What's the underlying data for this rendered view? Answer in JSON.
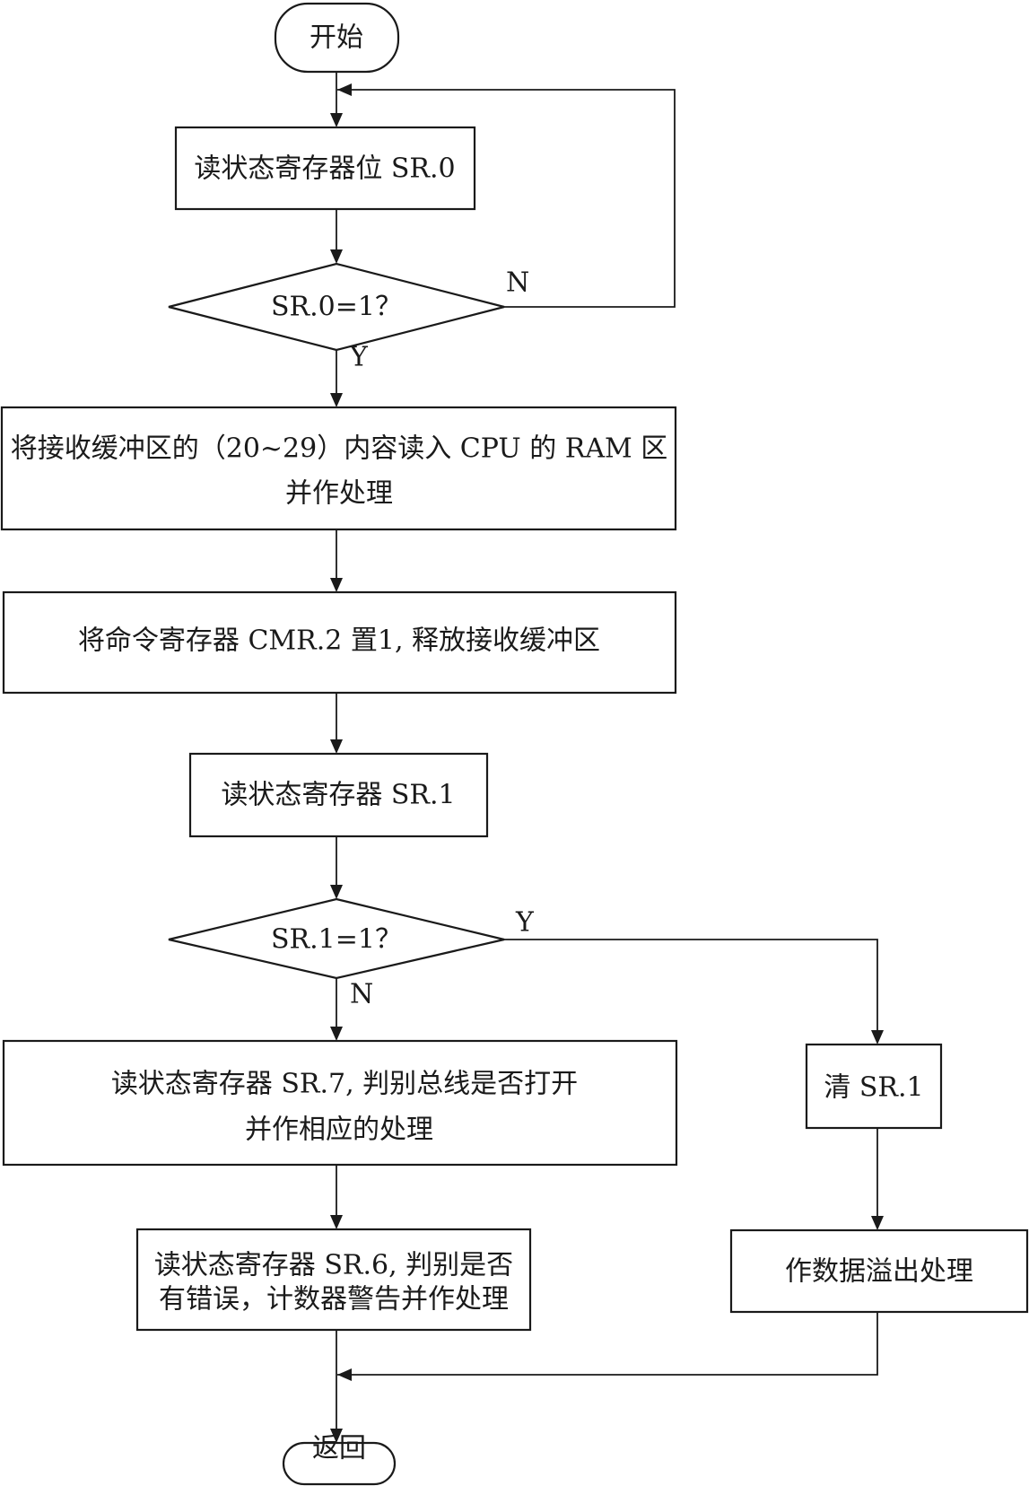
{
  "start": "开始",
  "read_sr0": "读状态寄存器位 SR.0",
  "check_sr0": "SR.0=1？",
  "label_n1": "N",
  "label_y1": "Y",
  "read_buffer_line1": "将接收缓冲区的（20~29）内容读入 CPU 的 RAM 区",
  "read_buffer_line2": "并作处理",
  "release_buffer": "将命令寄存器 CMR.2 置1, 释放接收缓冲区",
  "read_sr1": "读状态寄存器 SR.1",
  "check_sr1": "SR.1=1？",
  "label_y2": "Y",
  "label_n2": "N",
  "read_sr7_line1": "读状态寄存器 SR.7, 判别总线是否打开",
  "read_sr7_line2": "并作相应的处理",
  "read_sr6_line1": "读状态寄存器 SR.6, 判别是否",
  "read_sr6_line2": "有错误，计数器警告并作处理",
  "clear_sr1": "清 SR.1",
  "overflow": "作数据溢出处理",
  "return": "返回"
}
